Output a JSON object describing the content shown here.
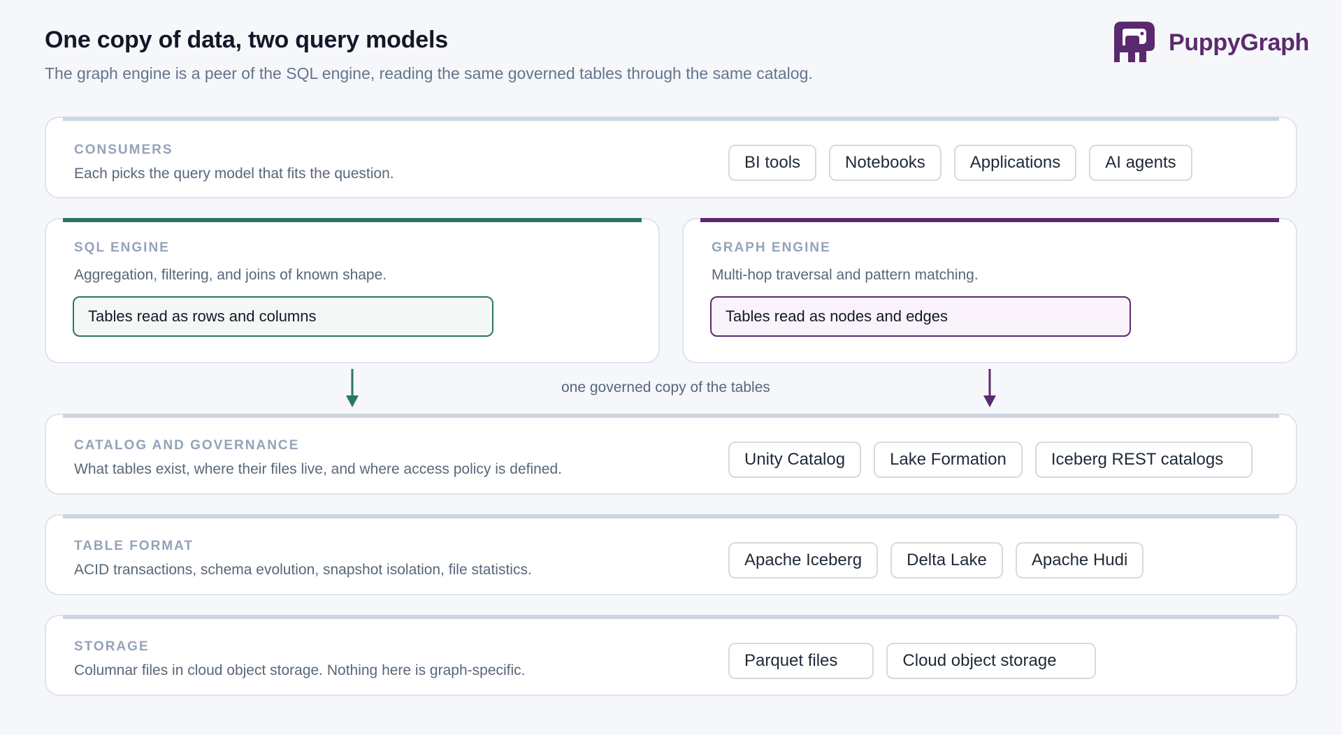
{
  "header": {
    "title": "One copy of data, two query models",
    "subtitle": "The graph engine is a peer of the SQL engine, reading the same governed tables through the same catalog."
  },
  "logo": {
    "text": "PuppyGraph",
    "icon": "puppygraph-logo-icon",
    "color": "#5b2a6e"
  },
  "consumers": {
    "label": "CONSUMERS",
    "description": "Each picks the query model that fits the question.",
    "chips": [
      "BI tools",
      "Notebooks",
      "Applications",
      "AI agents"
    ]
  },
  "sql_engine": {
    "label": "SQL ENGINE",
    "description": "Aggregation, filtering, and joins of known shape.",
    "box": "Tables read as rows and columns",
    "color": "#2c7566"
  },
  "graph_engine": {
    "label": "GRAPH ENGINE",
    "description": "Multi-hop traversal and pattern matching.",
    "box": "Tables read as nodes and edges",
    "color": "#5b2a6e"
  },
  "connector_note": "one governed copy of the tables",
  "catalog": {
    "label": "CATALOG AND GOVERNANCE",
    "description": "What tables exist, where their files live, and where access policy is defined.",
    "chips": [
      "Unity Catalog",
      "Lake Formation",
      "Iceberg REST catalogs"
    ]
  },
  "table_format": {
    "label": "TABLE FORMAT",
    "description": "ACID transactions, schema evolution, snapshot isolation, file statistics.",
    "chips": [
      "Apache Iceberg",
      "Delta Lake",
      "Apache Hudi"
    ]
  },
  "storage": {
    "label": "STORAGE",
    "description": "Columnar files in cloud object storage. Nothing here is graph-specific.",
    "chips": [
      "Parquet files",
      "Cloud object storage"
    ]
  }
}
